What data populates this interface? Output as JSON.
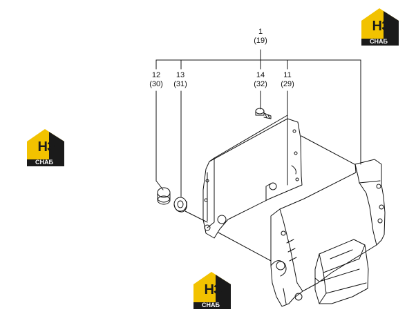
{
  "callouts": [
    {
      "id": "1",
      "num": "1",
      "sub": "(19)"
    },
    {
      "id": "12",
      "num": "12",
      "sub": "(30)"
    },
    {
      "id": "13",
      "num": "13",
      "sub": "(31)"
    },
    {
      "id": "14",
      "num": "14",
      "sub": "(32)"
    },
    {
      "id": "11",
      "num": "11",
      "sub": "(29)"
    }
  ],
  "watermark": {
    "mark": "НЗ",
    "word": "СНАБ",
    "color_yellow": "#f2c200",
    "color_dark": "#1a1a1a"
  }
}
